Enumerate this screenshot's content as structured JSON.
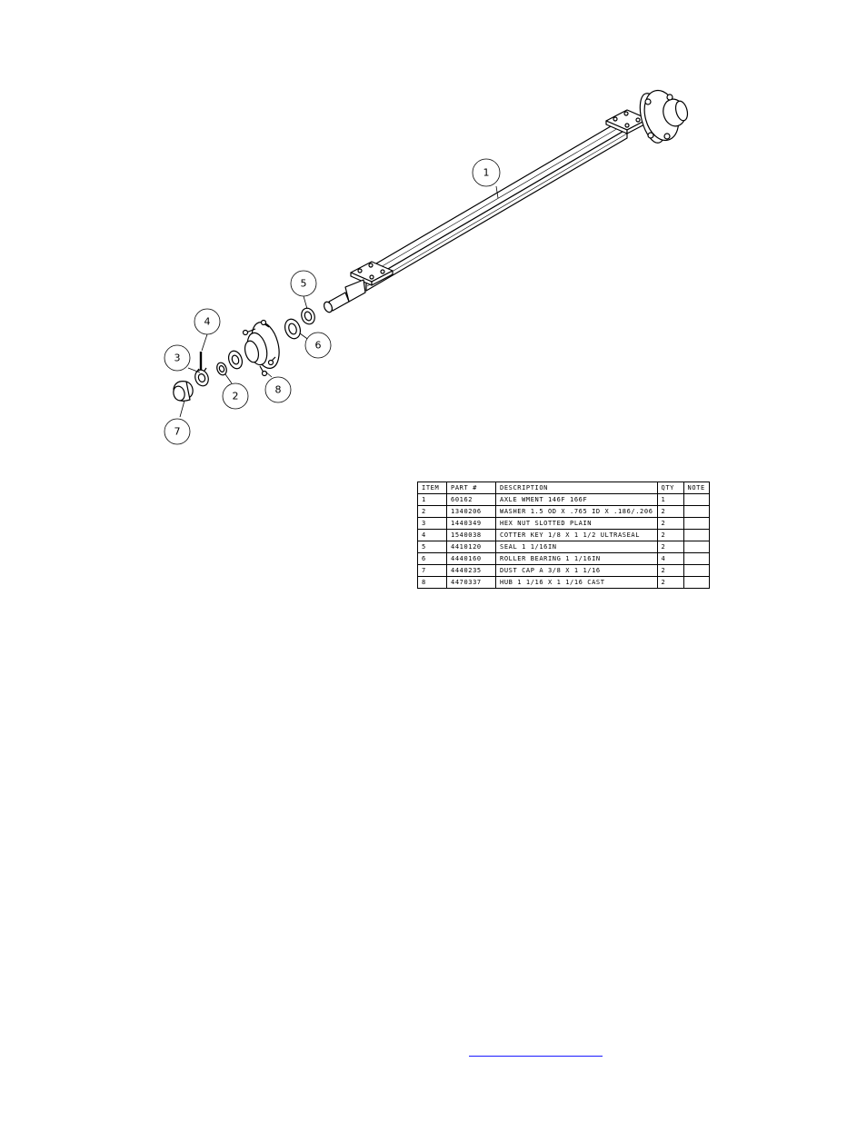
{
  "callouts": {
    "c1": "1",
    "c2": "2",
    "c3": "3",
    "c4": "4",
    "c5": "5",
    "c6": "6",
    "c7": "7",
    "c8": "8"
  },
  "bom": {
    "headers": [
      "ITEM",
      "PART #",
      "DESCRIPTION",
      "QTY",
      "NOTE"
    ],
    "rows": [
      {
        "item": "1",
        "part": "60162",
        "description": "AXLE WMENT   146F 166F",
        "qty": "1",
        "note": ""
      },
      {
        "item": "2",
        "part": "1340206",
        "description": "WASHER 1.5 OD X .765 ID X .186/.206",
        "qty": "2",
        "note": ""
      },
      {
        "item": "3",
        "part": "1440349",
        "description": "HEX NUT SLOTTED PLAIN",
        "qty": "2",
        "note": ""
      },
      {
        "item": "4",
        "part": "1540038",
        "description": "COTTER KEY 1/8 X 1 1/2 ULTRASEAL",
        "qty": "2",
        "note": ""
      },
      {
        "item": "5",
        "part": "4410120",
        "description": "SEAL  1 1/16IN",
        "qty": "2",
        "note": ""
      },
      {
        "item": "6",
        "part": "4440160",
        "description": "ROLLER BEARING   1 1/16IN",
        "qty": "4",
        "note": ""
      },
      {
        "item": "7",
        "part": "4440235",
        "description": "DUST CAP A 3/8 X 1 1/16",
        "qty": "2",
        "note": ""
      },
      {
        "item": "8",
        "part": "4470337",
        "description": "HUB   1 1/16 X 1 1/16 CAST",
        "qty": "2",
        "note": ""
      }
    ]
  }
}
